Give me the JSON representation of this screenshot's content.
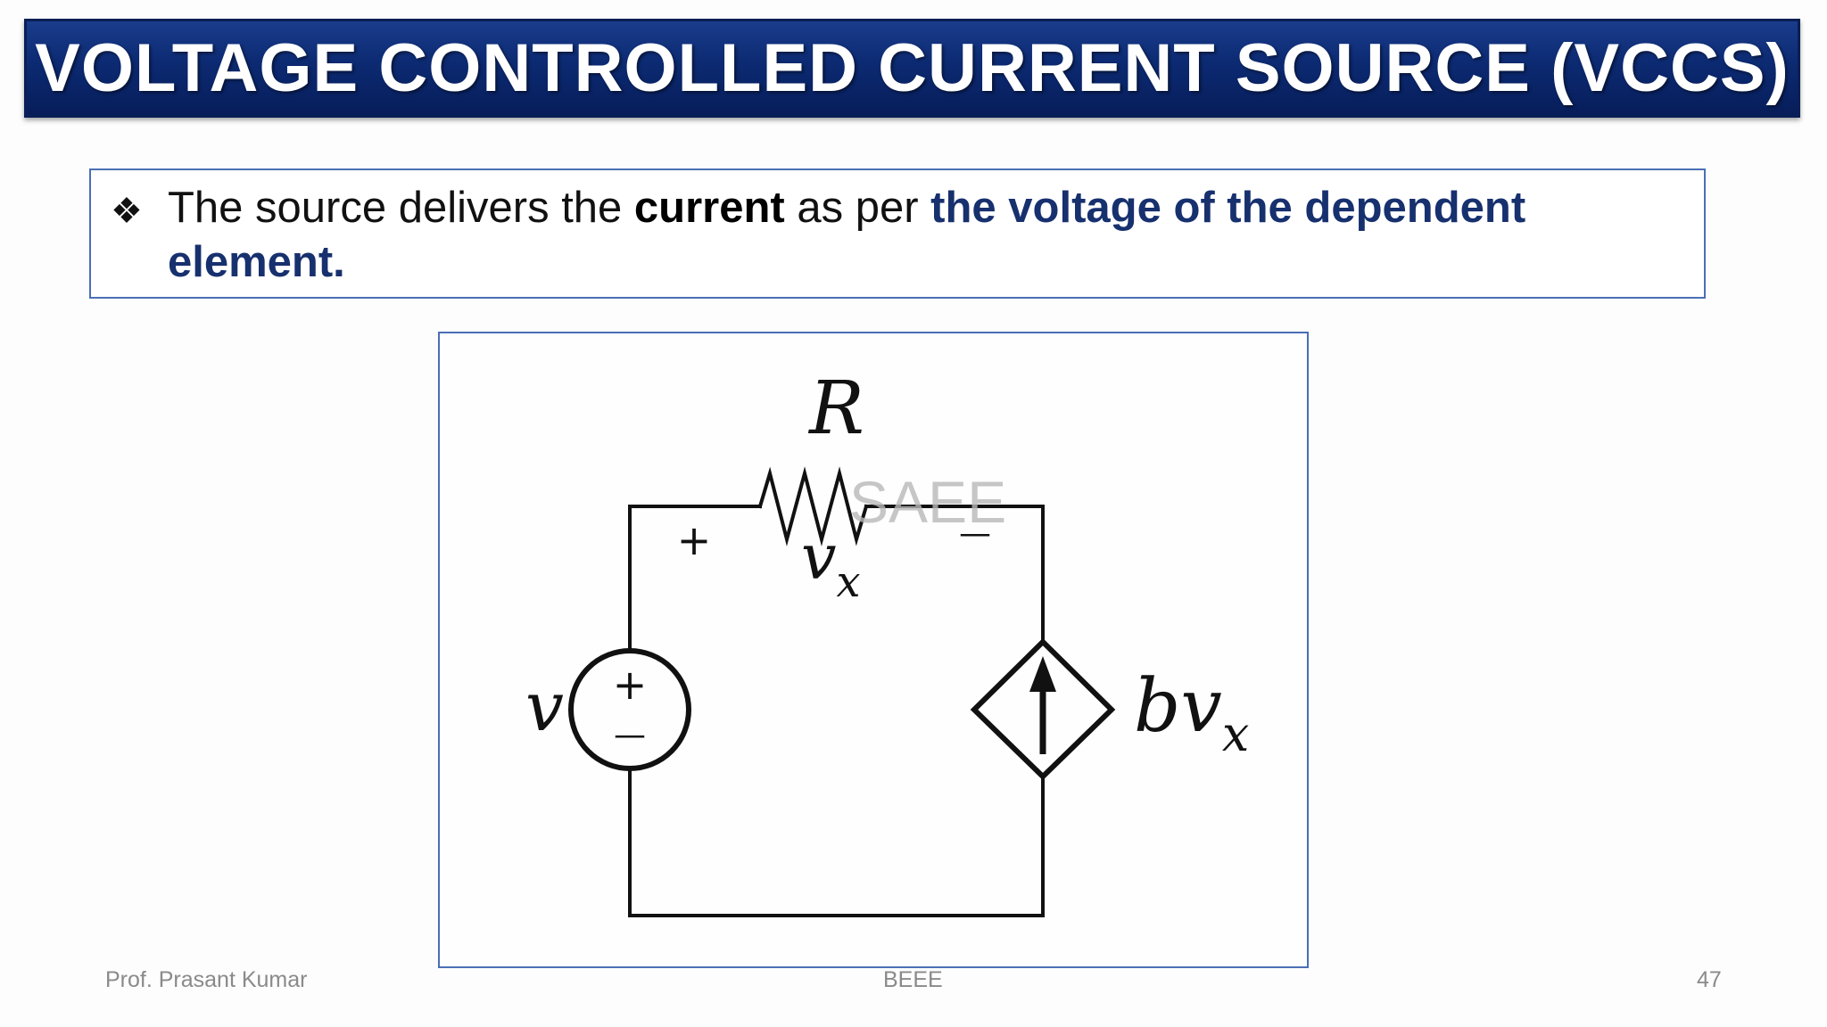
{
  "slide": {
    "title": "VOLTAGE CONTROLLED CURRENT SOURCE (VCCS)",
    "bullet": {
      "icon": "four-diamond-bullet-icon",
      "part1": "The source delivers the ",
      "bold1": "current",
      "part2": " as per ",
      "accent": "the voltage of the dependent element."
    },
    "circuit": {
      "resistor_label": "R",
      "vx_plus": "+",
      "vx_minus": "—",
      "vx_var": "v",
      "vx_sub": "x",
      "source_label": "v",
      "source_plus": "+",
      "source_minus": "—",
      "dependent_label_b": "b",
      "dependent_label_v": "v",
      "dependent_label_sub": "x",
      "watermark": "SAEE"
    },
    "footer": {
      "author": "Prof. Prasant Kumar",
      "course": "BEEE",
      "page": "47"
    },
    "colors": {
      "title_bg": "#0c2a72",
      "accent_text": "#17306e",
      "box_border": "#4a6fb5"
    }
  }
}
